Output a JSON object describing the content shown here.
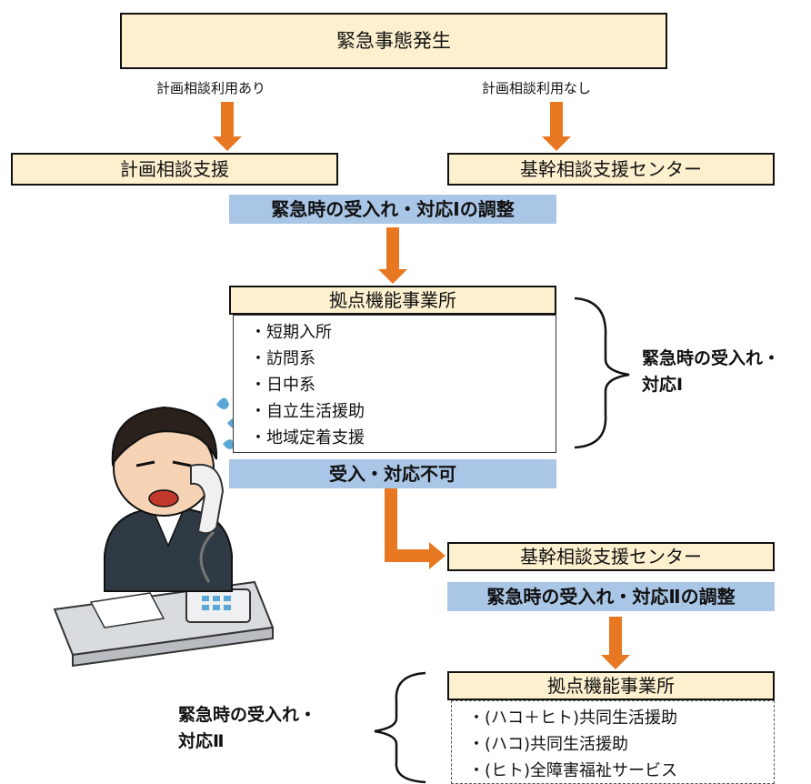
{
  "top_box": "緊急事態発生",
  "branch_left_label": "計画相談利用あり",
  "branch_right_label": "計画相談利用なし",
  "left_box": "計画相談支援",
  "right_box": "基幹相談支援センター",
  "coord1": "緊急時の受入れ・対応Ⅰの調整",
  "base1": {
    "title": "拠点機能事業所",
    "items": [
      "・短期入所",
      "・訪問系",
      "・日中系",
      "・自立生活援助",
      "・地域定着支援"
    ]
  },
  "side1": [
    "緊急時の受入れ・",
    "対応Ⅰ"
  ],
  "reject": "受入・対応不可",
  "center2": "基幹相談支援センター",
  "coord2": "緊急時の受入れ・対応Ⅱの調整",
  "base2": {
    "title": "拠点機能事業所",
    "items": [
      "・(ハコ＋ヒト)共同生活援助",
      "・(ハコ)共同生活援助",
      "・(ヒト)全障害福祉サービス"
    ]
  },
  "side2": [
    "緊急時の受入れ・",
    "対応Ⅱ"
  ],
  "colors": {
    "beige": "#fdf0cf",
    "blue": "#a9c6e6",
    "arrow": "#e87722"
  }
}
